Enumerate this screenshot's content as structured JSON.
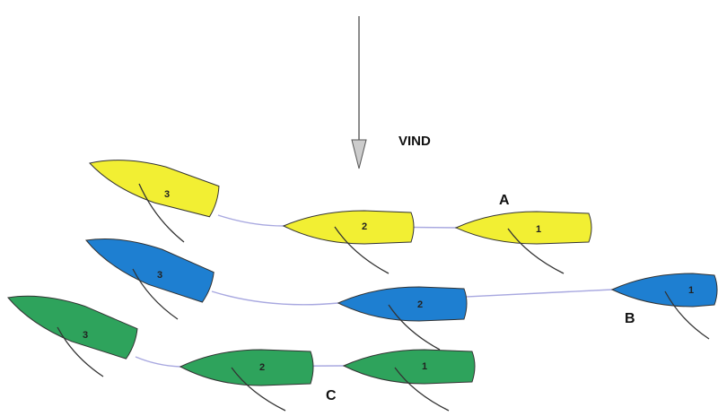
{
  "wind": {
    "label": "VIND",
    "icon": "wind-arrow-down-icon"
  },
  "groups": [
    {
      "id": "yellow",
      "label": "A",
      "color": "#f2ef33",
      "boats": [
        {
          "number": "3"
        },
        {
          "number": "2"
        },
        {
          "number": "1"
        }
      ]
    },
    {
      "id": "blue",
      "label": "B",
      "color": "#1e7fd1",
      "boats": [
        {
          "number": "3"
        },
        {
          "number": "2"
        },
        {
          "number": "1"
        }
      ]
    },
    {
      "id": "green",
      "label": "C",
      "color": "#2ea35c",
      "boats": [
        {
          "number": "3"
        },
        {
          "number": "2"
        },
        {
          "number": "1"
        }
      ]
    }
  ],
  "colors": {
    "outline": "#333333",
    "trail": "#a8a8e0",
    "sail": "#333333"
  }
}
